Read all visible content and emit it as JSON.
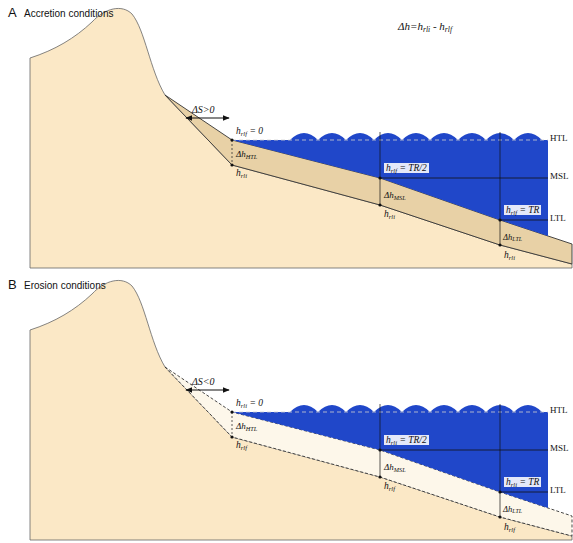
{
  "diagram": {
    "labels": [
      "A",
      "Accretion conditions",
      "Δh=hrli - hrlf",
      "ΔS>0",
      "hrlf = 0",
      "ΔhHTL",
      "hrli",
      "hrlf = TR/2",
      "ΔhMSL",
      "hrli",
      "hrlf = TR",
      "ΔhLTL",
      "hrli",
      "HTL",
      "MSL",
      "LTL",
      "B",
      "Erosion conditions",
      "ΔS<0",
      "hrli = 0",
      "ΔhHTL",
      "hrlf",
      "hrli = TR/2",
      "ΔhMSL",
      "hrlf",
      "hrli = TR",
      "ΔhLTL",
      "hrlf",
      "HTL",
      "MSL",
      "LTL"
    ]
  }
}
